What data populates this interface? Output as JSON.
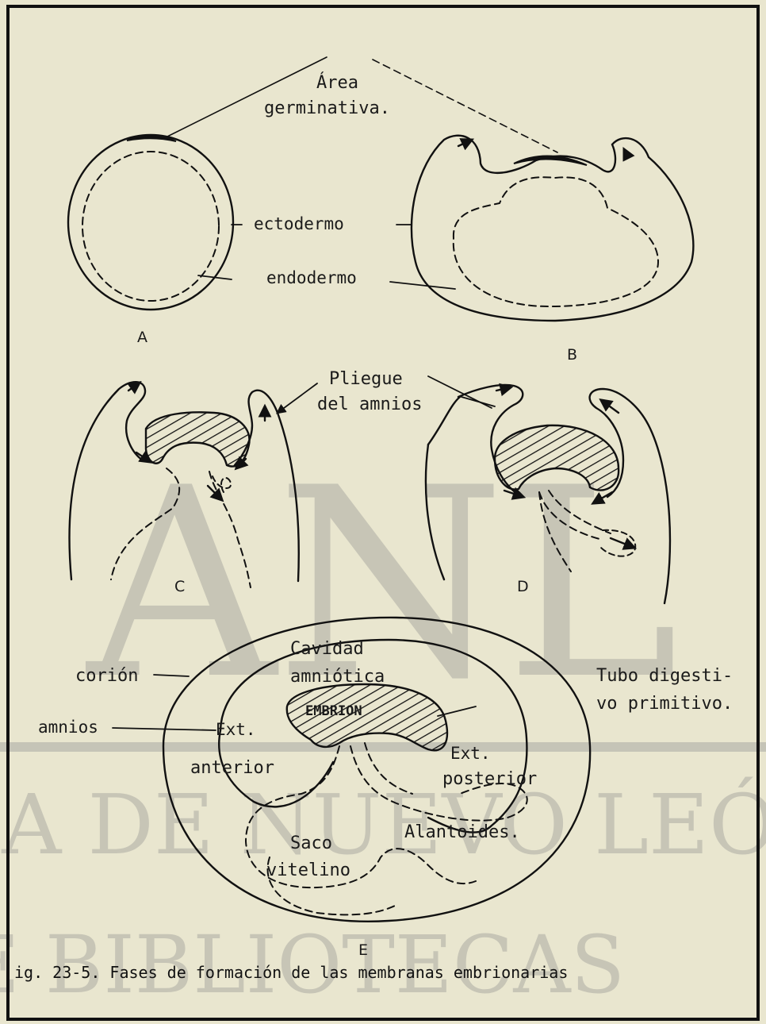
{
  "figure": {
    "labels": {
      "area_line1": "Área",
      "area_line2": "germinativa.",
      "ectodermo": "ectodermo",
      "endodermo": "endodermo",
      "pliegue_line1": "Pliegue",
      "pliegue_line2": "del amnios",
      "cavidad_line1": "Cavidad",
      "cavidad_line2": "amniótica",
      "corion": "corión",
      "tubo_line1": "Tubo digesti-",
      "tubo_line2": "vo primitivo.",
      "amnios": "amnios",
      "ext_anterior_1": "Ext.",
      "ext_anterior_2": "anterior",
      "embrion": "EMBRION",
      "ext_posterior_1": "Ext.",
      "ext_posterior_2": "posterior",
      "alantoides": "Alantoides.",
      "saco_line1": "Saco",
      "saco_line2": "vitelino"
    },
    "panels": {
      "a": "A",
      "b": "B",
      "c": "C",
      "d": "D",
      "e": "E"
    },
    "caption": "ig. 23-5. Fases de formación de las membranas embrionarias"
  },
  "watermark": {
    "line1": "ANL",
    "line2": "MA DE NUEVO LEÓN",
    "line3": "DE BIBLIOTECAS"
  },
  "colors": {
    "paper": "#e9e6cf",
    "ink": "#111111",
    "watermark": "#9a9a96"
  }
}
